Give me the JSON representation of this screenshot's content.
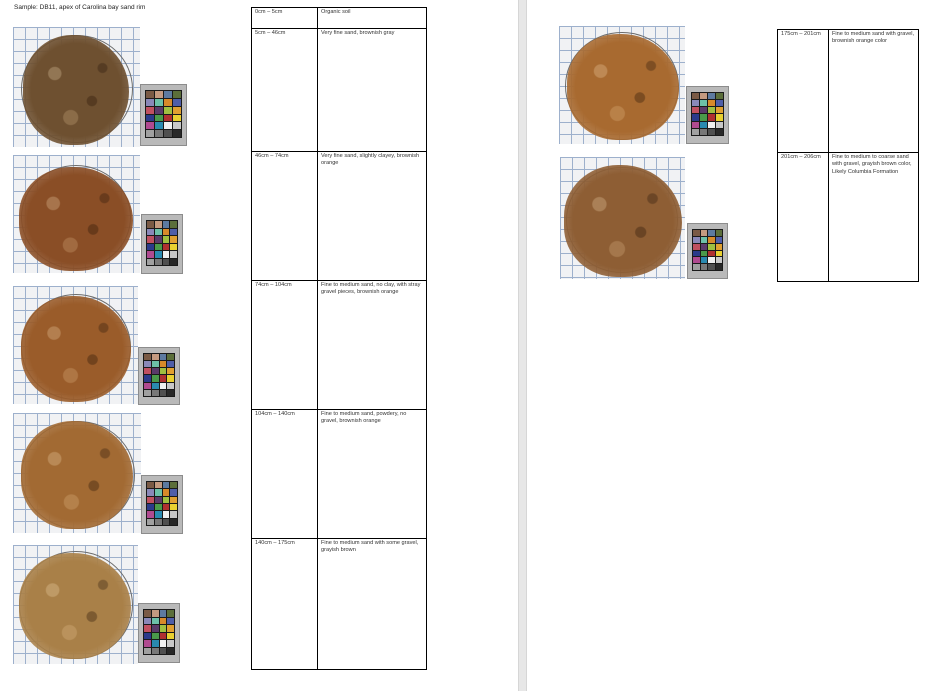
{
  "caption": "Sample: DB11, apex of Carolina bay sand rim",
  "layers_left": [
    {
      "depth": "0cm – 5cm",
      "description": "Organic soil"
    },
    {
      "depth": "5cm – 46cm",
      "description": "Very fine sand, brownish gray"
    },
    {
      "depth": "46cm – 74cm",
      "description": "Very fine sand, slightly clayey, brownish orange"
    },
    {
      "depth": "74cm – 104cm",
      "description": "Fine to medium sand, no clay, with stray gravel pieces, brownish orange"
    },
    {
      "depth": "104cm – 140cm",
      "description": "Fine to medium sand, powdery, no gravel, brownish orange"
    },
    {
      "depth": "140cm – 175cm",
      "description": "Fine to medium sand with some gravel, grayish brown"
    }
  ],
  "layers_right": [
    {
      "depth": "175cm – 201cm",
      "description": "Fine to medium sand with gravel, brownish orange color"
    },
    {
      "depth": "201cm – 206cm",
      "description": "Fine to medium to coarse sand with gravel, grayish brown color, Likely Columbia Formation"
    }
  ],
  "photos": [
    {
      "name": "soil-photo-5-46cm",
      "soil_color": "#6e5030"
    },
    {
      "name": "soil-photo-46-74cm",
      "soil_color": "#8a4e26"
    },
    {
      "name": "soil-photo-74-104cm",
      "soil_color": "#9a5c2a"
    },
    {
      "name": "soil-photo-104-140cm",
      "soil_color": "#a26a33"
    },
    {
      "name": "soil-photo-140-175cm",
      "soil_color": "#a98048"
    },
    {
      "name": "soil-photo-175-201cm",
      "soil_color": "#a86a30"
    },
    {
      "name": "soil-photo-201-206cm",
      "soil_color": "#8e5e34"
    }
  ],
  "color_card_swatches": [
    "#7a5a45",
    "#c49a80",
    "#5d7aa0",
    "#5b6e3a",
    "#8a88b8",
    "#6cc0a8",
    "#d88a2a",
    "#4f5ea8",
    "#c05060",
    "#5a3a6a",
    "#a0c040",
    "#e0a030",
    "#2a3a8a",
    "#4a9a4a",
    "#b03030",
    "#e8d030",
    "#b04a90",
    "#2a8ab0",
    "#f0f0f0",
    "#c8c8c8",
    "#a0a0a0",
    "#787878",
    "#505050",
    "#282828"
  ]
}
